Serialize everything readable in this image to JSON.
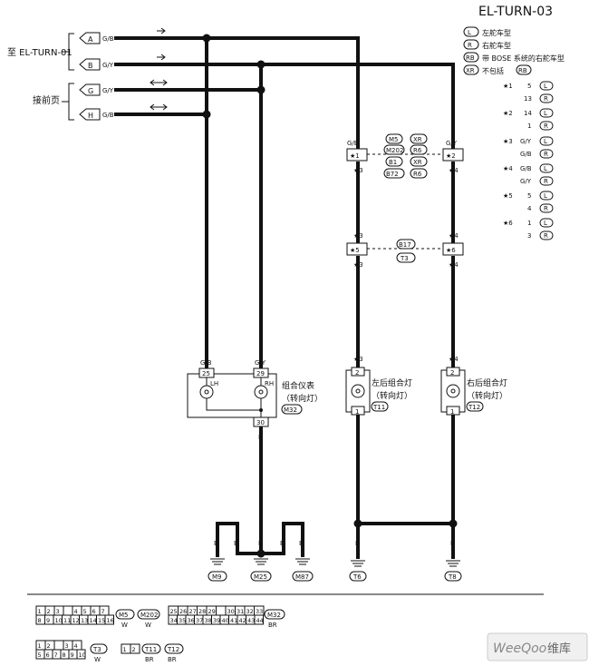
{
  "title": "EL-TURN-03",
  "legend": [
    {
      "sym": "L",
      "text": "左舵车型"
    },
    {
      "sym": "R",
      "text": "右舵车型"
    },
    {
      "sym": "RB",
      "text": "带 BOSE 系统的右舵车型"
    },
    {
      "sym": "XR",
      "text": "不包括"
    },
    {
      "sym_tail": "RB"
    }
  ],
  "notes": [
    {
      "mark": "★1",
      "rows": [
        {
          "pin": "5",
          "sym": "L"
        },
        {
          "pin": "13",
          "sym": "R"
        }
      ]
    },
    {
      "mark": "★2",
      "rows": [
        {
          "pin": "14",
          "sym": "L"
        },
        {
          "pin": "1",
          "sym": "R"
        }
      ]
    },
    {
      "mark": "★3",
      "rows": [
        {
          "pin": "G/Y",
          "sym": "L"
        },
        {
          "pin": "G/B",
          "sym": "R"
        }
      ]
    },
    {
      "mark": "★4",
      "rows": [
        {
          "pin": "G/B",
          "sym": "L"
        },
        {
          "pin": "G/Y",
          "sym": "R"
        }
      ]
    },
    {
      "mark": "★5",
      "rows": [
        {
          "pin": "5",
          "sym": "L"
        },
        {
          "pin": "4",
          "sym": "R"
        }
      ]
    },
    {
      "mark": "★6",
      "rows": [
        {
          "pin": "1",
          "sym": "L"
        },
        {
          "pin": "3",
          "sym": "R"
        }
      ]
    }
  ],
  "left": {
    "to_label": "至 EL-TURN-01",
    "prev_label": "接前页",
    "connectors": [
      {
        "letter": "A",
        "wire": "G/B"
      },
      {
        "letter": "B",
        "wire": "G/Y"
      },
      {
        "letter": "G",
        "wire": "G/Y"
      },
      {
        "letter": "H",
        "wire": "G/B"
      }
    ]
  },
  "top_conn": {
    "left_wire": "G/B",
    "right_wire": "G/Y",
    "left_mark": "★1",
    "right_mark": "★2",
    "star3": "★3",
    "star4": "★4",
    "codes": [
      {
        "c": "M5",
        "s": "XR"
      },
      {
        "c": "M202",
        "s": "R6"
      },
      {
        "c": "B1",
        "s": "XR"
      },
      {
        "c": "B72",
        "s": "R6"
      }
    ]
  },
  "mid_conn": {
    "left_mark": "★5",
    "right_mark": "★6",
    "star3": "★3",
    "star4": "★4",
    "code1": "B17",
    "code2": "T3"
  },
  "cluster": {
    "label1": "组合仪表",
    "label2": "（转向灯）",
    "code": "M32",
    "pin_l": "25",
    "pin_r": "29",
    "pin_b": "30",
    "wire_l": "G/B",
    "wire_r": "G/Y",
    "wire_b": "B",
    "lh": "LH",
    "rh": "RH"
  },
  "lamp_l": {
    "label1": "左后组合灯",
    "label2": "（转向灯）",
    "code": "T11",
    "pin_t": "2",
    "pin_b": "1",
    "star": "★3"
  },
  "lamp_r": {
    "label1": "右后组合灯",
    "label2": "（转向灯）",
    "code": "T12",
    "pin_t": "2",
    "pin_b": "1",
    "star": "★4"
  },
  "grounds": [
    {
      "code": "M9",
      "wire": "B"
    },
    {
      "code": "M25",
      "wire": "B"
    },
    {
      "code": "M87",
      "wire": "B"
    },
    {
      "code": "T6",
      "wire": "B"
    },
    {
      "code": "T8",
      "wire": "B"
    }
  ],
  "gnd_wire": {
    "a": "B",
    "b": "B",
    "c": "B",
    "d": "B"
  },
  "bottom": {
    "c1_top": [
      "1",
      "2",
      "3",
      "",
      "4",
      "5",
      "6",
      "7"
    ],
    "c1_bot": [
      "8",
      "9",
      "10",
      "11",
      "12",
      "13",
      "14",
      "15",
      "16"
    ],
    "c1_code": "M5",
    "c1_code2": "M202",
    "c1_color": "W",
    "c1_color2": "W",
    "c2_top": [
      "25",
      "26",
      "27",
      "28",
      "29",
      "",
      "30",
      "31",
      "32",
      "33"
    ],
    "c2_bot": [
      "34",
      "35",
      "36",
      "37",
      "38",
      "39",
      "40",
      "41",
      "42",
      "43",
      "44"
    ],
    "c2_code": "M32",
    "c2_color": "BR",
    "c3_top": [
      "1",
      "2",
      "",
      "3",
      "4"
    ],
    "c3_bot": [
      "5",
      "6",
      "7",
      "8",
      "9",
      "10"
    ],
    "c3_code": "T3",
    "c3_color": "W",
    "c4_top": [
      "1",
      "2"
    ],
    "c4_code": "T11",
    "c4_code2": "T12",
    "c4_color": "BR",
    "c4_color2": "BR"
  },
  "watermark": {
    "brand": "WeeQoo",
    "suffix": "维库"
  }
}
